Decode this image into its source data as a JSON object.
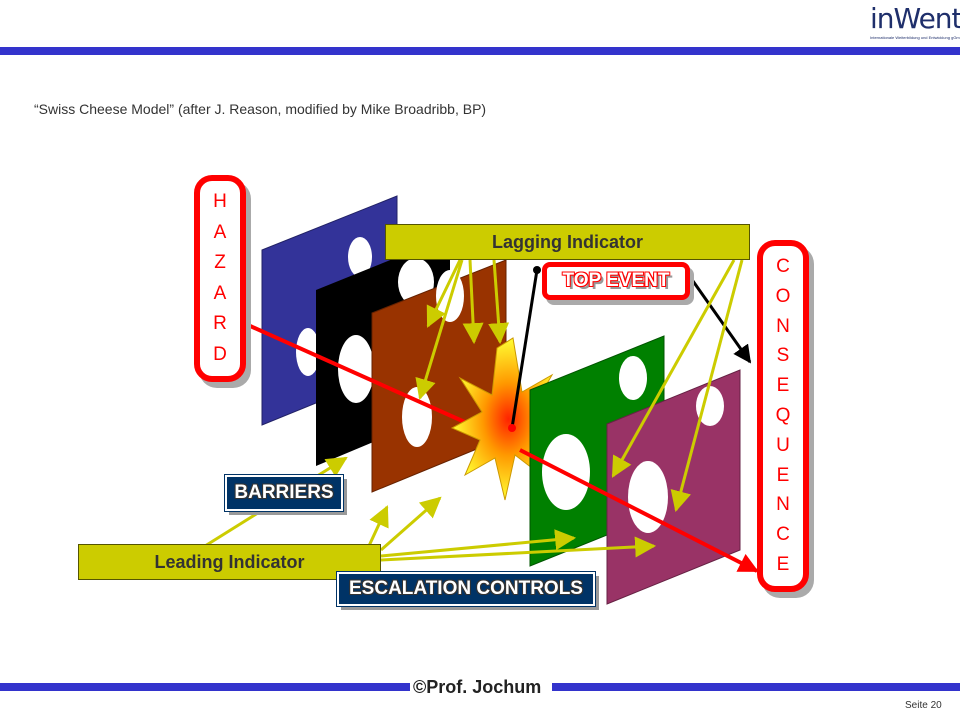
{
  "header": {
    "logo_text": "inWent",
    "logo_subtitle": "Internationale Weiterbildung und Entwicklung gGmbH",
    "caption": "“Swiss Cheese Model” (after J. Reason, modified by Mike Broadribb, BP)"
  },
  "diagram": {
    "hazard_letters": [
      "H",
      "A",
      "Z",
      "A",
      "R",
      "D"
    ],
    "consequence_letters": [
      "C",
      "O",
      "N",
      "S",
      "E",
      "Q",
      "U",
      "E",
      "N",
      "C",
      "E"
    ],
    "lagging_indicator": "Lagging Indicator",
    "leading_indicator": "Leading Indicator",
    "top_event": "TOP EVENT",
    "barriers": "BARRIERS",
    "escalation_controls": "ESCALATION CONTROLS",
    "colors": {
      "plate_blue": "#333399",
      "plate_black": "#000000",
      "plate_brown": "#993300",
      "plate_green": "#008000",
      "plate_purple": "#993366",
      "indicator": "#cccc00",
      "hazard_red": "#ff0000",
      "box_navy": "#003366"
    }
  },
  "footer": {
    "author": "©Prof. Jochum",
    "page": "Seite 20"
  }
}
